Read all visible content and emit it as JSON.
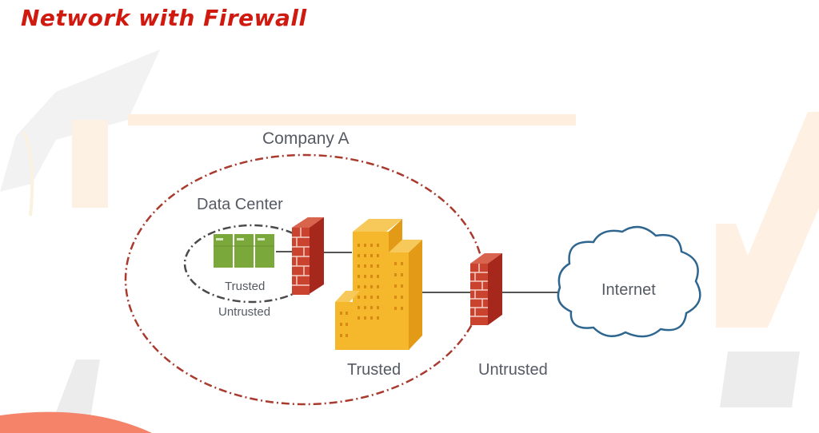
{
  "slide": {
    "title": "Network with Firewall",
    "title_color": "#d01a10"
  },
  "diagram": {
    "company_label": "Company A",
    "data_center_label": "Data Center",
    "data_center_inner_label": "Trusted",
    "data_center_outer_label": "Untrusted",
    "building_label": "Trusted",
    "outside_label": "Untrusted",
    "cloud_label": "Internet",
    "colors": {
      "company_boundary": "#a93a2e",
      "datacenter_boundary": "#4a4a4a",
      "server": "#7aa83a",
      "firewall": "#c0392b",
      "building": "#f5b72b",
      "cloud_stroke": "#2f6690",
      "link": "#555555",
      "label": "#555a63"
    }
  }
}
